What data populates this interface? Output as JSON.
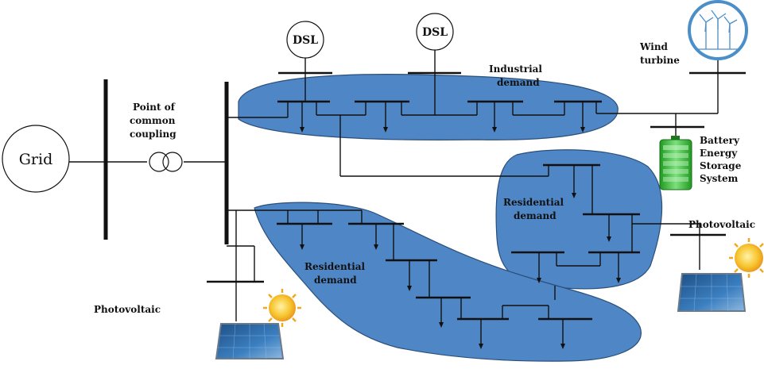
{
  "labels": {
    "grid": "Grid",
    "pcc": [
      "Point of",
      "common",
      "coupling"
    ],
    "dsl_left": "DSL",
    "dsl_right": "DSL",
    "industrial": [
      "Industrial",
      "demand"
    ],
    "wind": [
      "Wind",
      "turbine"
    ],
    "battery": [
      "Battery",
      "Energy",
      "Storage",
      "System"
    ],
    "residential_right": [
      "Residential",
      "demand"
    ],
    "residential_left": [
      "Residential",
      "demand"
    ],
    "pv_right": "Photovoltaic",
    "pv_left": "Photovoltaic"
  },
  "colors": {
    "region_fill": "#4f86c6",
    "region_stroke": "#2a4f7a",
    "line": "#111111",
    "battery_green": "#27b327",
    "wind_ring": "#4a8fc9",
    "panel_blue": "#2f6ea8",
    "sun_yellow": "#f5c12b"
  },
  "icons": [
    "wind-turbine-icon",
    "battery-icon",
    "solar-panel-icon",
    "sun-icon",
    "transformer-icon"
  ]
}
